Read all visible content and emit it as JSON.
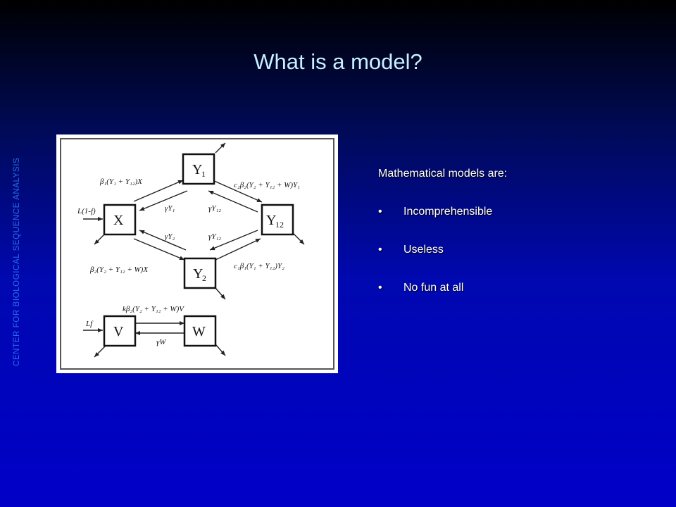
{
  "slide": {
    "title": "What is a model?",
    "side_text": "CENTER FOR BIOLOGICAL SEQUENCE ANALYSIS"
  },
  "diagram": {
    "nodes": {
      "y1": "Y",
      "y1_sub": "1",
      "x": "X",
      "y12": "Y",
      "y12_sub": "12",
      "y2": "Y",
      "y2_sub": "2",
      "v": "V",
      "w": "W"
    },
    "edges": {
      "x_to_y1": "β₁(Y₁ + Y₁₂)X",
      "y1_to_y12": "c₂β₂(Y₂ + Y₁₂ + W)Y₁",
      "inflow_x": "L(1-f)",
      "y1_back_x": "γY₁",
      "y12_back_y1": "γY₁₂",
      "y2_back_x": "γY₂",
      "y12_back_y2": "γY₁₂",
      "x_to_y2": "β₂(Y₂ + Y₁₂ + W)X",
      "y2_to_y12": "c₁β₁(Y₁ + Y₁₂)Y₂",
      "v_to_w": "kβ₂(Y₂ + Y₁₂ + W)V",
      "inflow_v": "Lf",
      "w_back_v": "γW"
    }
  },
  "panel": {
    "heading": "Mathematical models are:",
    "bullet_glyph": "•",
    "items": [
      "Incomprehensible",
      "Useless",
      "No fun at all"
    ]
  }
}
